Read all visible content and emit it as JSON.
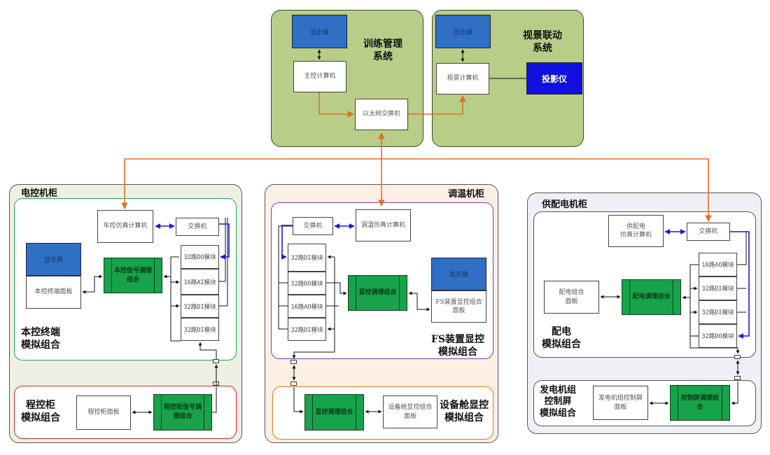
{
  "training_system": {
    "title": "训练管理\n系统",
    "screen": "显示屏",
    "main_computer": "主控计算机",
    "ethernet_switch": "以太网交换机"
  },
  "visual_system": {
    "title": "视景联动\n系统",
    "screen": "显示屏",
    "visual_computer": "视景计算机",
    "projector": "投影仪"
  },
  "electrical_cabinet": {
    "title": "电控机柜",
    "local_group": {
      "title": "本控终端\n模拟组合",
      "sim_computer": "车控仿真计算机",
      "switch": "交换机",
      "screen": "显示屏",
      "panel": "本控终端面板",
      "conditioner": "本控信号调理\n组合",
      "modules": [
        "32路DO模块",
        "16路AI模块",
        "32路DI模块",
        "32路DI模块"
      ]
    },
    "program_group": {
      "title": "程控柜\n模拟组合",
      "panel": "程控柜面板",
      "conditioner": "程控柜信号调\n理组合"
    }
  },
  "temperature_cabinet": {
    "title": "调温机柜",
    "fs_group": {
      "title": "FS装置显控\n模拟组合",
      "switch": "交换机",
      "sim_computer": "调温仿真计算机",
      "modules": [
        "32路DI模块",
        "32路DO模块",
        "16路AO模块",
        "32路DI模块"
      ],
      "conditioner": "显控调理组合",
      "screen": "显示屏",
      "panel": "FS装置显控组合\n面板"
    },
    "equipment_group": {
      "title": "设备舱显控\n模拟组合",
      "conditioner": "显控调理组合",
      "panel": "设备舱显控组合\n面板"
    }
  },
  "power_cabinet": {
    "title": "供配电机柜",
    "distribution_group": {
      "title": "配电\n模拟组合",
      "sim_computer": "供配电\n仿真计算机",
      "switch": "交换机",
      "modules": [
        "16路AO模块",
        "32路DI模块",
        "32路DI模块",
        "32路DO模块"
      ],
      "panel": "配电组合\n面板",
      "conditioner": "配电调理组合"
    },
    "generator_group": {
      "title": "发电机组\n控制屏\n模拟组合",
      "panel": "发电机组控制屏\n面板",
      "conditioner": "控制屏调理组\n合"
    }
  },
  "colors": {
    "ethernet_line": "#e07020",
    "internal_bus": "#1a1ad6",
    "system_panel": "#b8cd87",
    "screen": "#2f6fc4",
    "conditioner": "#16a34a",
    "projector": "#1010e0"
  }
}
